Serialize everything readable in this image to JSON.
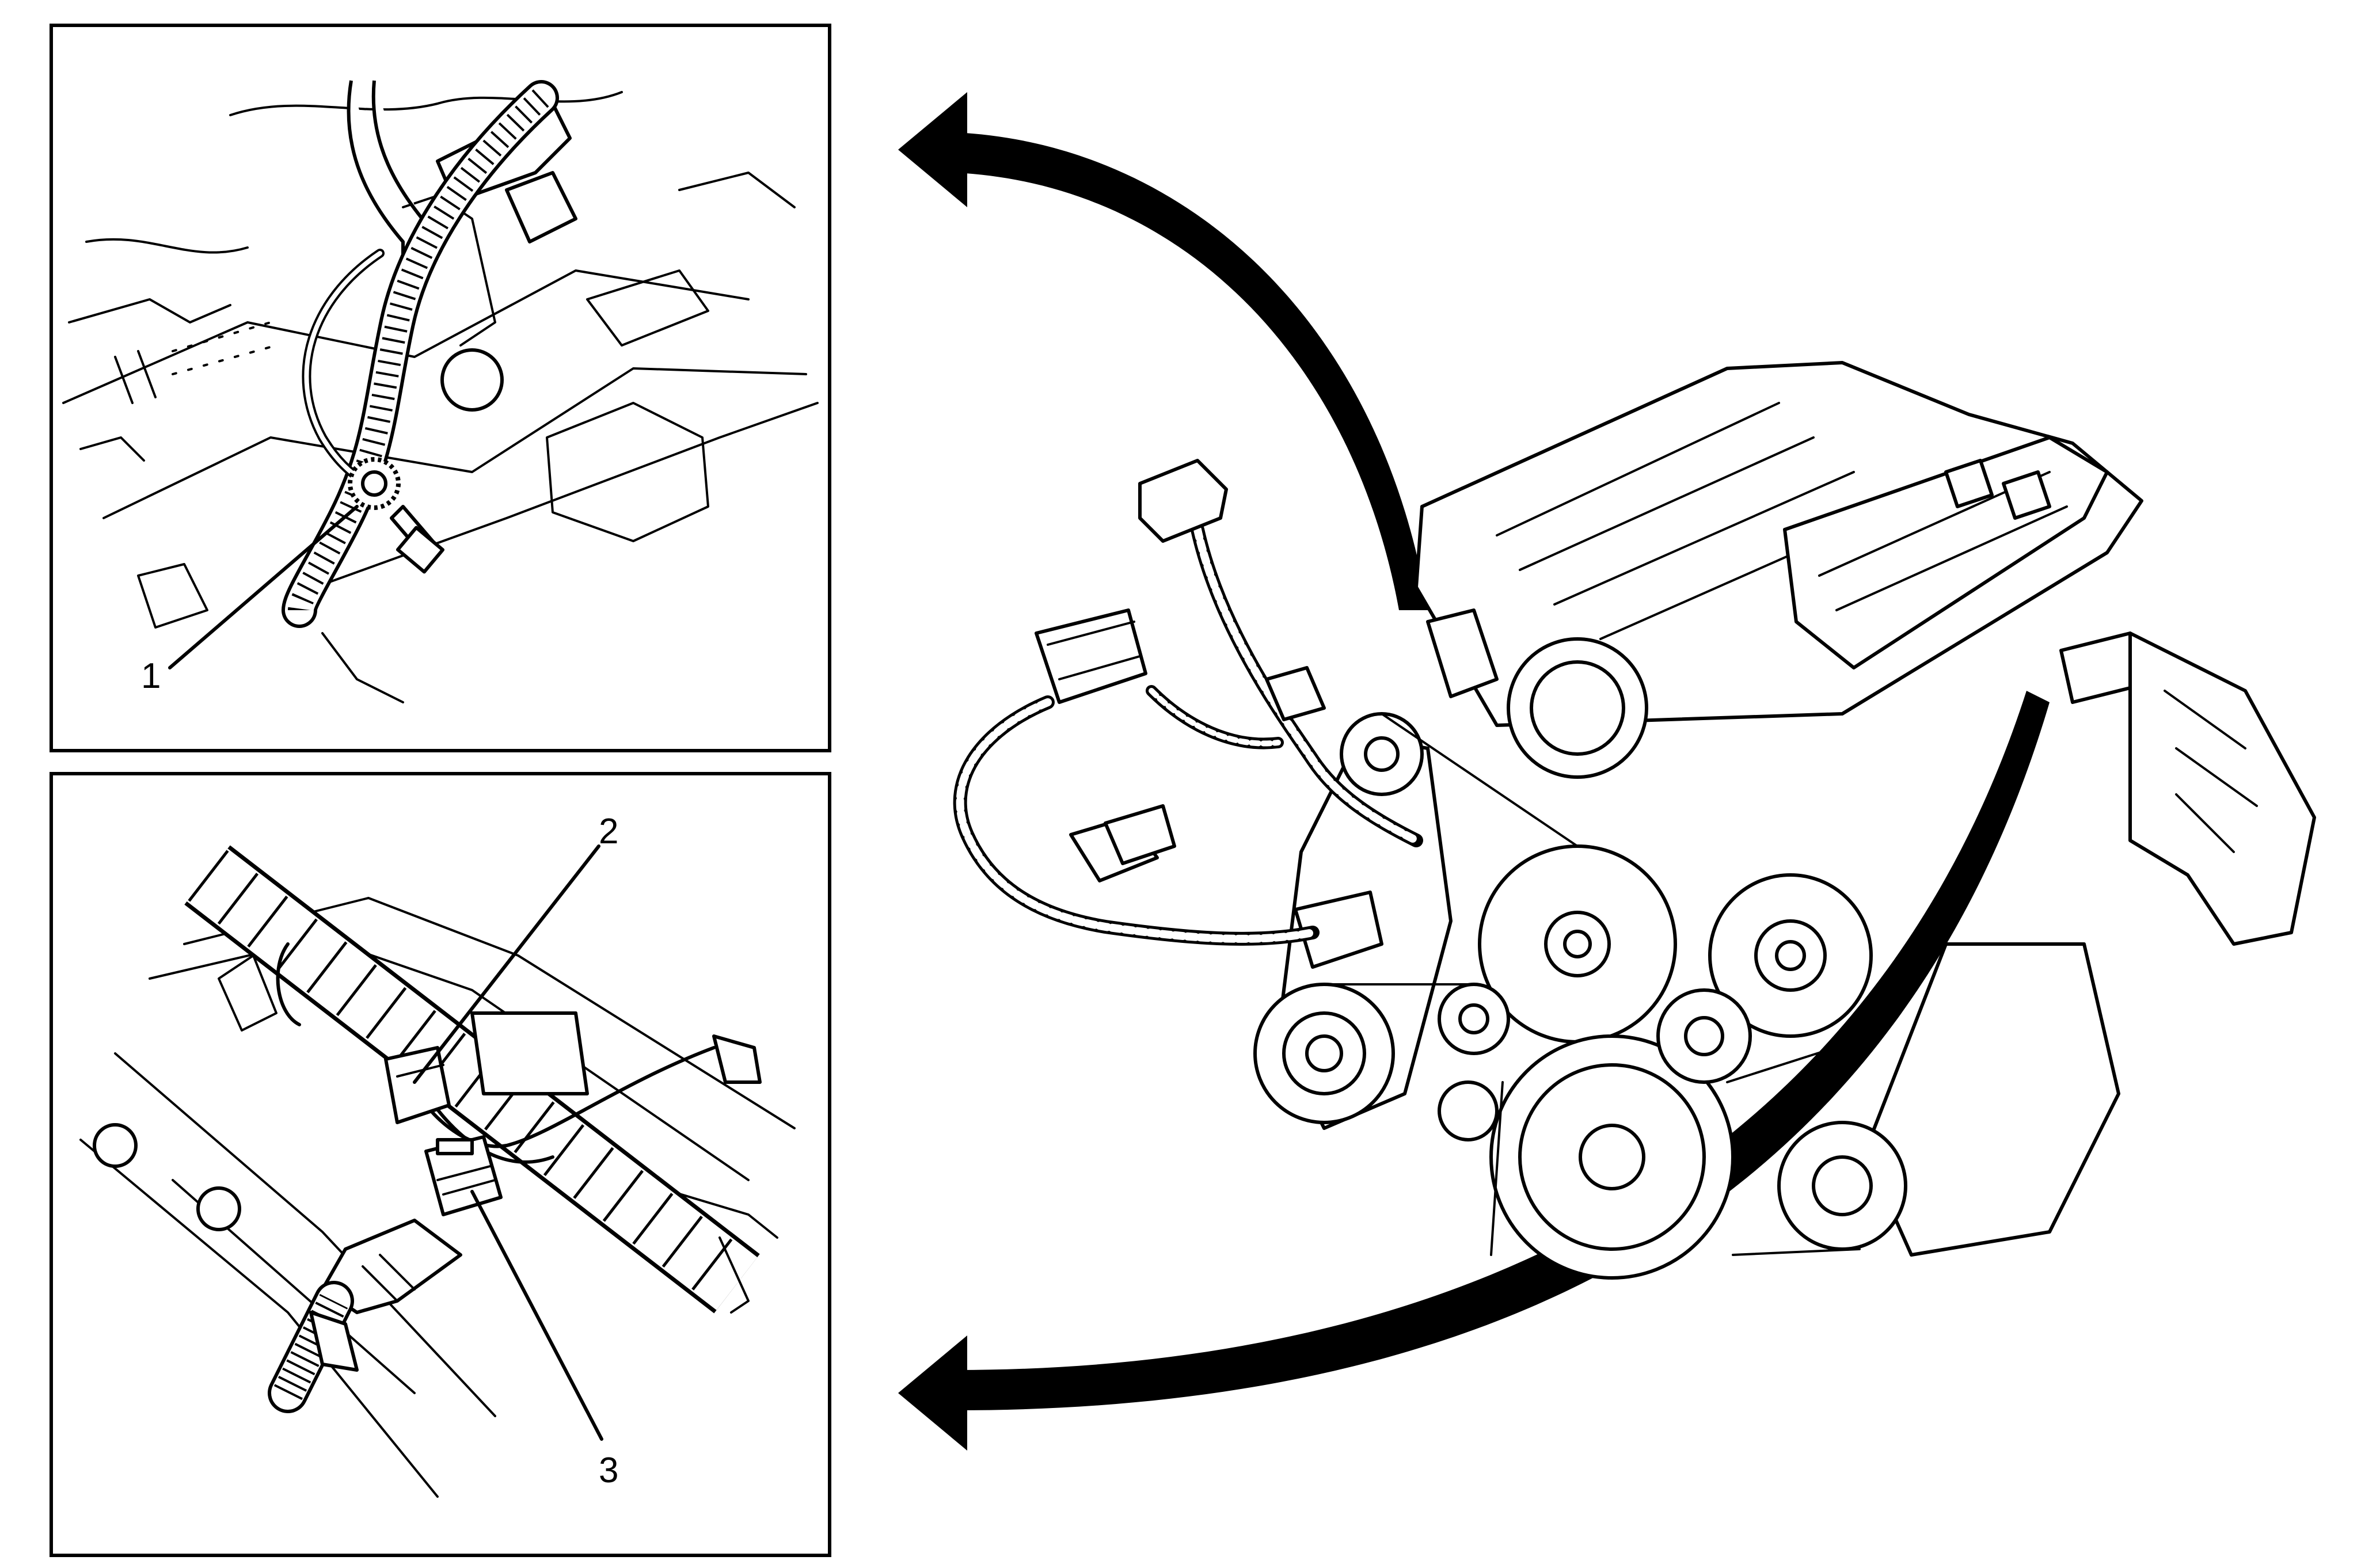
{
  "callouts": {
    "one": "1",
    "two": "2",
    "three": "3"
  }
}
